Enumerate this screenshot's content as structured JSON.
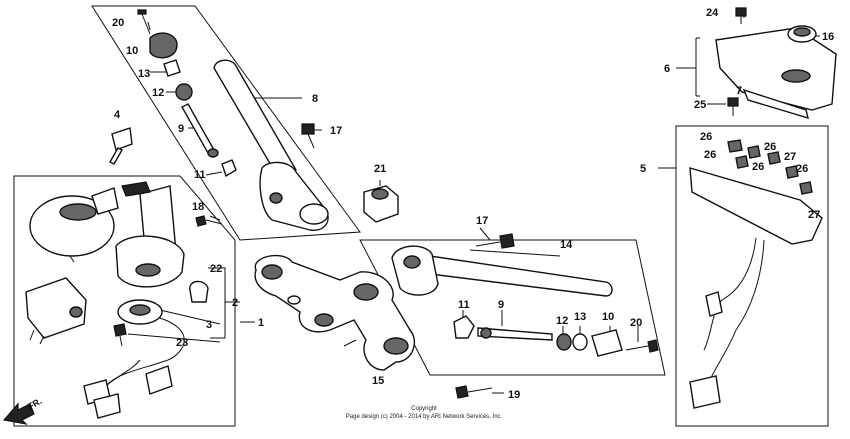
{
  "callouts": {
    "c1": "1",
    "c2": "2",
    "c3": "3",
    "c4": "4",
    "c5": "5",
    "c6": "6",
    "c7": "7",
    "c8": "8",
    "c9a": "9",
    "c9b": "9",
    "c10a": "10",
    "c10b": "10",
    "c11a": "11",
    "c11b": "11",
    "c12a": "12",
    "c12b": "12",
    "c13a": "13",
    "c13b": "13",
    "c14": "14",
    "c15": "15",
    "c16": "16",
    "c17a": "17",
    "c17b": "17",
    "c18": "18",
    "c19": "19",
    "c20a": "20",
    "c20b": "20",
    "c21": "21",
    "c22": "22",
    "c23": "23",
    "c24": "24",
    "c25": "25",
    "c26a": "26",
    "c26b": "26",
    "c26c": "26",
    "c26d": "26",
    "c26e": "26",
    "c27a": "27",
    "c27b": "27"
  },
  "footer": {
    "line1": "Copyright",
    "line2": "Page design (c) 2004 - 2014 by ARI Network Services, Inc."
  },
  "direction_label": "FR.",
  "colors": {
    "ink": "#111111",
    "paper": "#ffffff"
  }
}
